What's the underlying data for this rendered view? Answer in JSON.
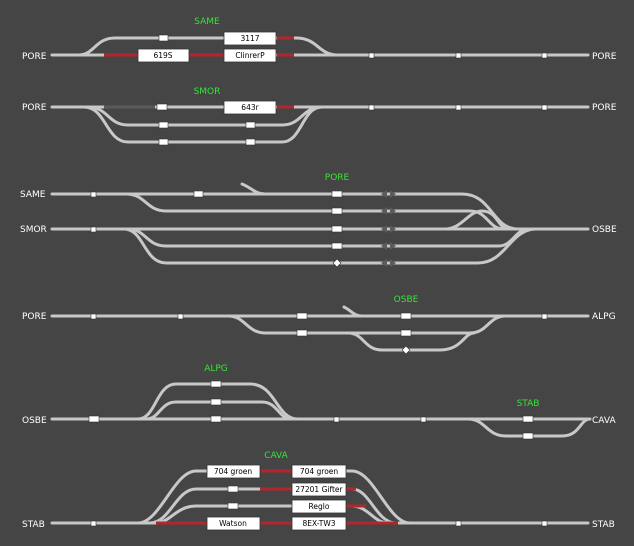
{
  "colors": {
    "background": "#454545",
    "track": "#c8c8c8",
    "occupied": "#b3262b",
    "station_label": "#33e633",
    "edge_label": "#ffffff"
  },
  "sections": {
    "same": {
      "station": "SAME",
      "left": "PORE",
      "right": "PORE",
      "trains": [
        "3117",
        "619S",
        "ClinrerP"
      ]
    },
    "smor": {
      "station": "SMOR",
      "left": "PORE",
      "right": "PORE",
      "trains": [
        "643r"
      ]
    },
    "pore": {
      "station": "PORE",
      "left_top": "SAME",
      "left_bottom": "SMOR",
      "right": "OSBE"
    },
    "osbe": {
      "station": "OSBE",
      "left": "PORE",
      "right": "ALPG"
    },
    "alpg": {
      "station_alpg": "ALPG",
      "station_stab": "STAB",
      "left": "OSBE",
      "right": "CAVA"
    },
    "cava": {
      "station": "CAVA",
      "left": "STAB",
      "right": "STAB",
      "trains": [
        "704 groen",
        "704 groen",
        "27201 Gifter",
        "Reglo",
        "Watson",
        "8EX-TW3"
      ]
    }
  }
}
